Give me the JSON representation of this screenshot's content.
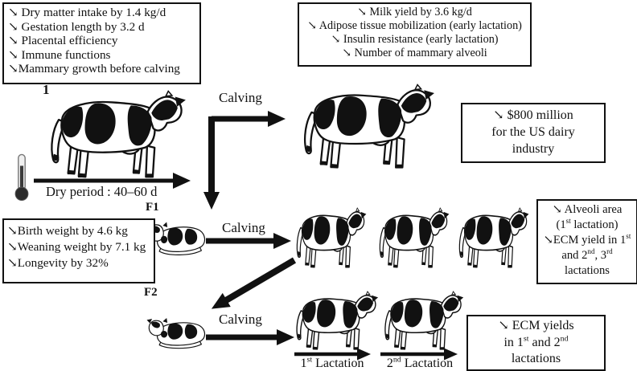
{
  "figure": {
    "ink": "#111111",
    "background": "#ffffff"
  },
  "boxes": {
    "dam_dry_period_effects": {
      "lines": [
        "↘ Dry matter intake by 1.4 kg/d",
        "↘ Gestation length by 3.2 d",
        "↘ Placental efficiency",
        "↘ Immune functions",
        "↘Mammary growth before calving"
      ]
    },
    "dam_next_lactation_effects": {
      "lines": [
        "↘ Milk yield by 3.6 kg/d",
        "↘ Adipose tissue mobilization (early lactation)",
        "↘ Insulin resistance (early lactation)",
        "↘ Number of mammary alveoli"
      ]
    },
    "economic_loss": {
      "lines": [
        "↘ $800 million",
        "for the US dairy",
        "industry"
      ]
    },
    "f1_calf_effects": {
      "lines": [
        "↘Birth weight by 4.6 kg",
        "↘Weaning weight by 7.1 kg",
        "↘Longevity by 32%"
      ]
    },
    "f1_lactation_effects": {
      "line1": "↘ Alveoli area",
      "line2": {
        "a": "(1",
        "sup": "st",
        "b": " lactation)"
      },
      "line3": {
        "a": "↘ECM yield in 1",
        "sup": "st"
      },
      "line4": {
        "a": "and 2",
        "sup_a": "nd",
        "b": ", 3",
        "sup_b": "rd"
      },
      "line5": "lactations"
    },
    "f2_lactation_effects": {
      "line1": "↘ ECM yields",
      "line2": {
        "a": "in 1",
        "sup_a": "st",
        "b": " and 2",
        "sup_b": "nd"
      },
      "line3": "lactations"
    }
  },
  "labels": {
    "generation_dam": "1",
    "generation_f1": "F1",
    "generation_f2": "F2",
    "calving_top": "Calving",
    "calving_f1": "Calving",
    "calving_f2": "Calving",
    "dry_period": "Dry period : 40–60 d",
    "lactation_1": {
      "num": "1",
      "sup": "st",
      "rest": " Lactation"
    },
    "lactation_2": {
      "num": "2",
      "sup": "nd",
      "rest": " Lactation"
    }
  },
  "icons": {
    "thermometer": "heat-stress-thermometer",
    "cow_standing": "holstein-cow-standing",
    "calf_lying": "holstein-calf-lying",
    "arrowheads": "solid-black-triangles",
    "decrease_glyph": "↘"
  }
}
